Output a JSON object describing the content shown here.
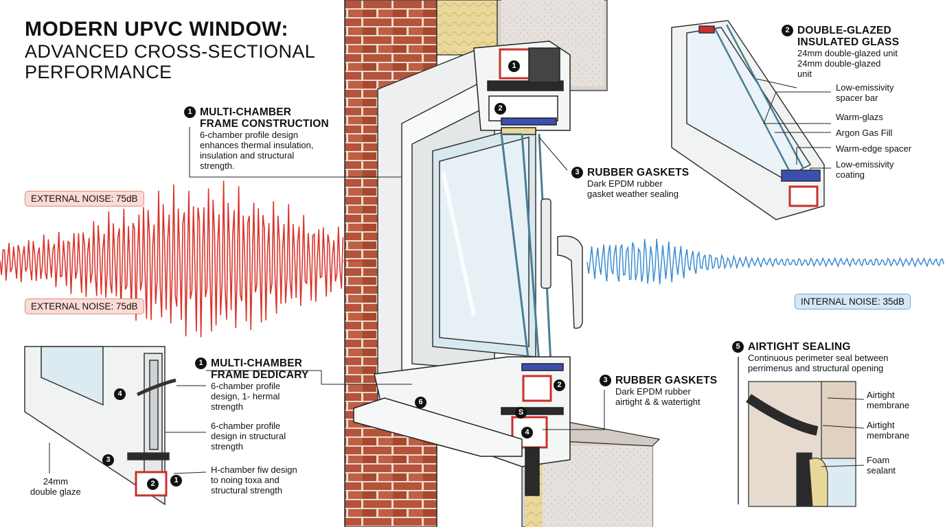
{
  "title": {
    "line1": "MODERN UPVC WINDOW:",
    "line2": "ADVANCED CROSS-SECTIONAL",
    "line3": "PERFORMANCE"
  },
  "callouts": {
    "frame": {
      "badge": "1",
      "title_line1": "MULTI-CHAMBER",
      "title_line2": "FRAME CONSTRUCTION",
      "body": [
        "6-chamber profile design",
        "enhances thermal insulation,",
        "insulation and structural",
        "strength."
      ]
    },
    "glass": {
      "badge": "2",
      "title_line1": "DOUBLE-GLAZED",
      "title_line2": "INSULATED GLASS",
      "body": [
        "24mm double-glazed unit",
        "24mm double-glazed",
        "unit"
      ]
    },
    "gaskets_top": {
      "badge": "3",
      "title": "RUBBER GASKETS",
      "body": [
        "Dark EPDM rubber",
        "gasket weather sealing"
      ]
    },
    "frame_lower": {
      "badge": "1",
      "title_line1": "MULTI-CHAMBER",
      "title_line2": "FRAME DEDICARY",
      "body": [
        "6-chamber profile",
        "design, 1- hermal",
        "strength"
      ]
    },
    "profile2": {
      "body": [
        "6-chamber profile",
        "design in structural",
        "strength"
      ]
    },
    "hchamber": {
      "body": [
        "H-chamber fiw design",
        "to noing toxa and",
        "structural strength"
      ]
    },
    "gaskets_bottom": {
      "badge": "3",
      "title": "RUBBER GASKETS",
      "body": [
        "Dark EPDM rubber",
        "airtight & & watertight"
      ]
    },
    "airtight": {
      "badge": "5",
      "title": "AIRTIGHT SEALING",
      "body": [
        "Continuous perimeter seal between",
        "perrimenus and structural opening"
      ]
    }
  },
  "glass_labels": [
    [
      "Low-emissivity",
      "spacer bar"
    ],
    [
      "Warm-glazs"
    ],
    [
      "Argon Gas Fill"
    ],
    [
      "Warm-edge spacer"
    ],
    [
      "Low-emissivity",
      "coating"
    ]
  ],
  "seal_labels": [
    [
      "Airtight",
      "membrane"
    ],
    [
      "Airtight",
      "membrane"
    ],
    [
      "Foam",
      "sealant"
    ]
  ],
  "noise": {
    "external_top": "EXTERNAL NOISE: 75dB",
    "external_bottom": "EXTERNAL NOISE: 75dB",
    "internal": "INTERNAL NOISE: 35dB"
  },
  "small_detail": {
    "label_line1": "24mm",
    "label_line2": "double glaze"
  },
  "section_badges": [
    "1",
    "2",
    "2",
    "S",
    "4",
    "6",
    "4",
    "3",
    "2",
    "1"
  ],
  "colors": {
    "external_wave": "#d9332b",
    "internal_wave": "#3b8bd0",
    "brick": "#b5533b",
    "mortar": "#e8ddd0",
    "insulation": "#e9d89a",
    "frame_white": "#f4f5f5",
    "chamber_red": "#c8302b",
    "glass_blue": "#cfe4ee",
    "gasket_dark": "#2a2a2a",
    "spacer_blue": "#3a4fb0",
    "external_badge_fill": "#fadbd5",
    "internal_badge_fill": "#d6e8f6"
  }
}
